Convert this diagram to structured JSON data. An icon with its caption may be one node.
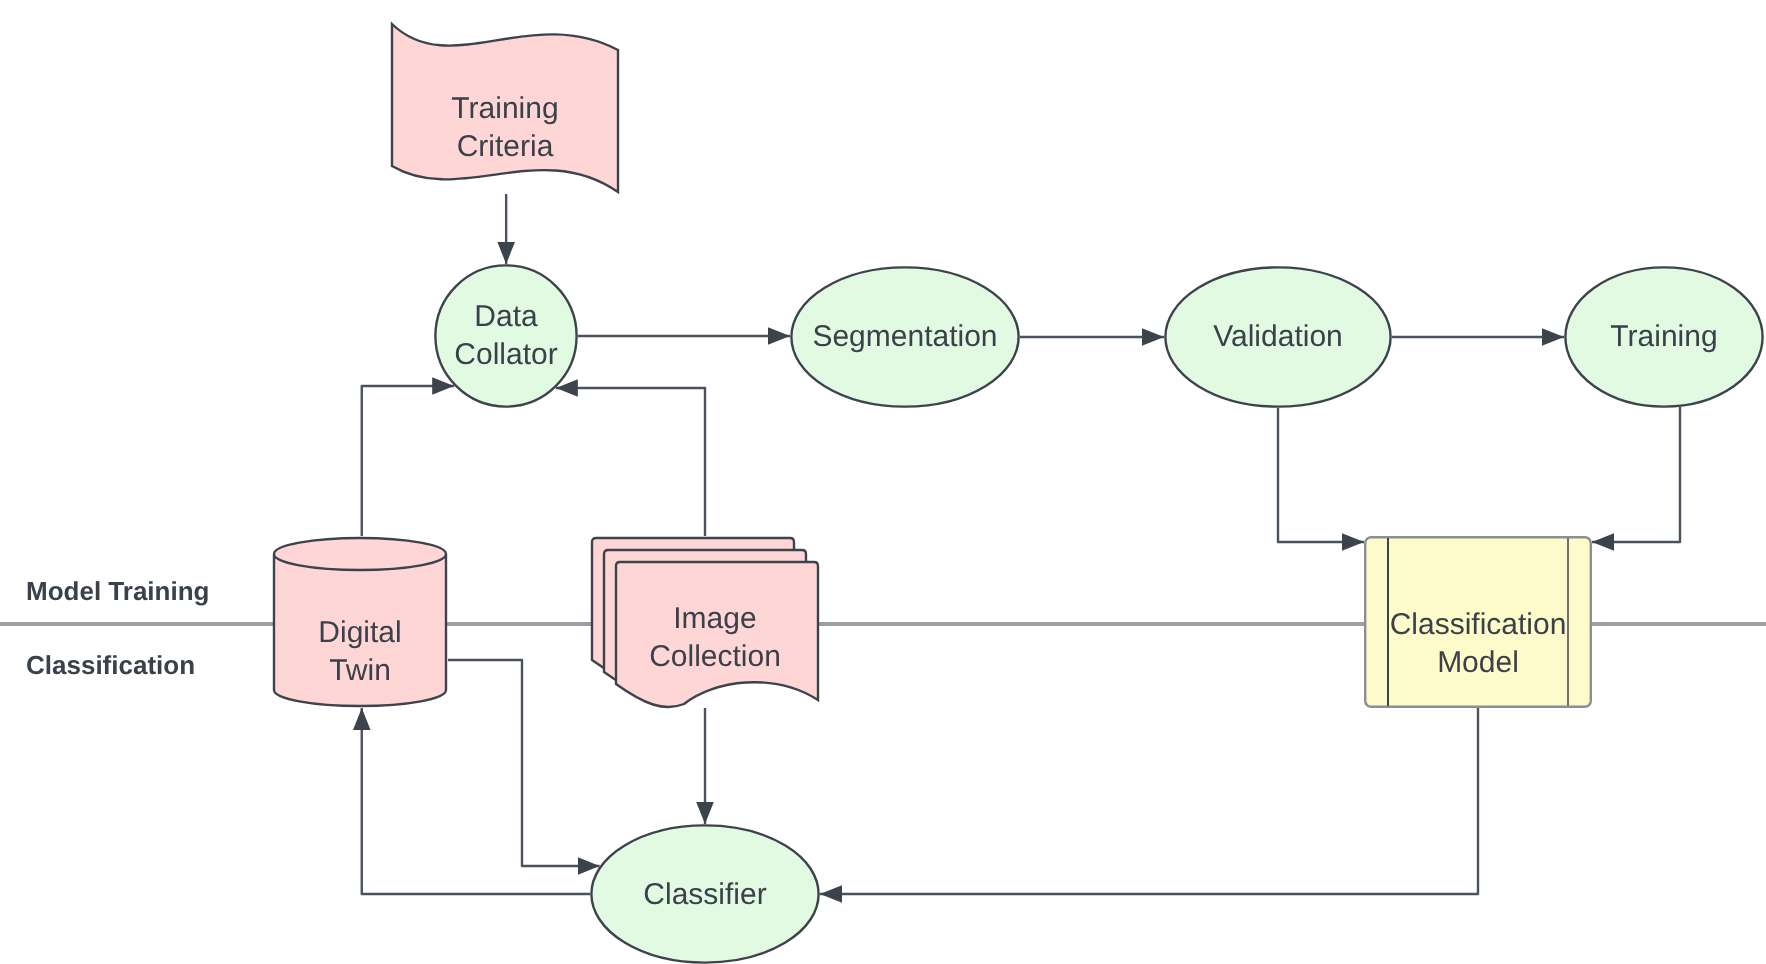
{
  "diagram": {
    "nodes": [
      {
        "text": [
          "Training Criteria"
        ]
      },
      {
        "text": [
          "Data Collator"
        ]
      },
      {
        "text": [
          "Segmentation"
        ]
      },
      {
        "text": [
          "Validation"
        ]
      },
      {
        "text": [
          "Training"
        ]
      },
      {
        "text": [
          "Digital Twin"
        ]
      },
      {
        "text": [
          "Image Collection"
        ]
      },
      {
        "text": [
          "Classification Model"
        ]
      },
      {
        "text": [
          "Classifier"
        ]
      }
    ],
    "edges": [
      {
        "from": 0,
        "to": 1,
        "arrow": "to"
      },
      {
        "from": 1,
        "to": 2,
        "arrow": "to"
      },
      {
        "from": 2,
        "to": 3,
        "arrow": "to"
      },
      {
        "from": 3,
        "to": 4,
        "arrow": "to"
      },
      {
        "from": 5,
        "to": 1,
        "arrow": "to"
      },
      {
        "from": 6,
        "to": 1,
        "arrow": "to"
      },
      {
        "from": 3,
        "to": 7,
        "arrow": "to"
      },
      {
        "from": 4,
        "to": 7,
        "arrow": "to"
      },
      {
        "from": 5,
        "to": 8,
        "arrow": "to"
      },
      {
        "from": 6,
        "to": 8,
        "arrow": "to"
      },
      {
        "from": 8,
        "to": 5,
        "arrow": "to"
      },
      {
        "from": 7,
        "to": 8,
        "arrow": "to"
      }
    ],
    "labels": [
      "Model Training",
      "Classification"
    ]
  }
}
